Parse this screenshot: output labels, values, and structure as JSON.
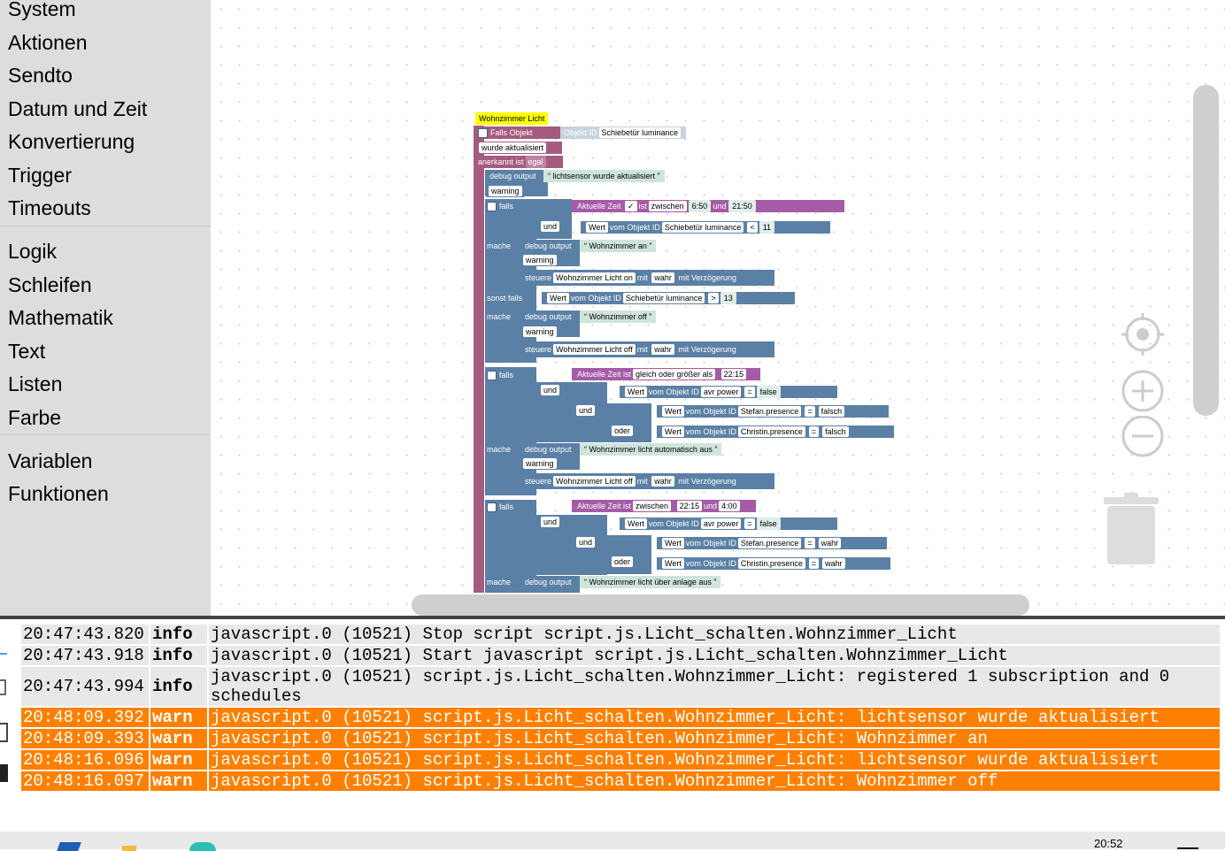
{
  "sidebar": {
    "groups": [
      [
        "System",
        "Aktionen",
        "Sendto",
        "Datum und Zeit",
        "Konvertierung",
        "Trigger",
        "Timeouts"
      ],
      [
        "Logik",
        "Schleifen",
        "Mathematik",
        "Text",
        "Listen",
        "Farbe"
      ],
      [
        "Variablen",
        "Funktionen"
      ]
    ]
  },
  "blocks": {
    "title": "Wohnzimmer Licht",
    "falls_objekt": "Falls Objekt",
    "objekt_id_label": "Objekt ID",
    "luminance_id": "Schiebetür luminance",
    "wurde_aktualisiert": "wurde aktualisiert",
    "anerkannt_ist": "anerkannt ist",
    "egal": "egal",
    "debug_output": "debug output",
    "lichtsensor_text": "lichtsensor wurde aktualisiert",
    "warning": "warning",
    "falls": "falls",
    "sonst_falls": "sonst falls",
    "mache": "mache",
    "aktuelle_zeit": "Aktuelle Zeit",
    "ist": "ist",
    "zwischen": "zwischen",
    "time_650": "6:50",
    "und": "und",
    "time_2150": "21:50",
    "wert": "Wert",
    "vom_objekt_id": "vom Objekt ID",
    "lt": "<",
    "gt": ">",
    "eq": "=",
    "num_11": "11",
    "num_13": "13",
    "wohnzimmer_an": "Wohnzimmer an",
    "wohnzimmer_off": "Wohnzimmer off",
    "steuere": "steuere",
    "licht_on_id": "Wohnzimmer Licht on",
    "licht_off_id": "Wohnzimmer Licht off",
    "mit": "mit",
    "wahr": "wahr",
    "falsch": "falsch",
    "false_str": "false",
    "mit_verzoegerung": "mit Verzögerung",
    "aktuelle_zeit_ist": "Aktuelle Zeit ist",
    "gleich_groesser": "gleich oder größer als",
    "time_2215": "22:15",
    "time_400": "4:00",
    "avr_power": "avr power",
    "stefan_presence": "Stefan.presence",
    "christin_presence": "Christin.presence",
    "oder": "oder",
    "licht_auto_aus": "Wohnzimmer licht automatisch aus",
    "licht_anlage_aus": "Wohnzimmer licht über anlage aus"
  },
  "log": [
    {
      "ts": "20:47:43.820",
      "level": "info",
      "msg": "javascript.0  (10521) Stop script script.js.Licht_schalten.Wohnzimmer_Licht"
    },
    {
      "ts": "20:47:43.918",
      "level": "info",
      "msg": "javascript.0  (10521) Start javascript script.js.Licht_schalten.Wohnzimmer_Licht"
    },
    {
      "ts": "20:47:43.994",
      "level": "info",
      "msg": "javascript.0  (10521) script.js.Licht_schalten.Wohnzimmer_Licht: registered 1 subscription and 0 schedules"
    },
    {
      "ts": "20:48:09.392",
      "level": "warn",
      "msg": "javascript.0  (10521) script.js.Licht_schalten.Wohnzimmer_Licht: lichtsensor wurde aktualisiert"
    },
    {
      "ts": "20:48:09.393",
      "level": "warn",
      "msg": "javascript.0  (10521) script.js.Licht_schalten.Wohnzimmer_Licht: Wohnzimmer an"
    },
    {
      "ts": "20:48:16.096",
      "level": "warn",
      "msg": "javascript.0  (10521) script.js.Licht_schalten.Wohnzimmer_Licht: lichtsensor wurde aktualisiert"
    },
    {
      "ts": "20:48:16.097",
      "level": "warn",
      "msg": "javascript.0  (10521) script.js.Licht_schalten.Wohnzimmer_Licht: Wohnzimmer off"
    }
  ],
  "taskbar": {
    "clock": "20:52"
  },
  "colors": {
    "warn": "#ff8000",
    "info_bg": "#e8e8e8",
    "sidebar_bg": "#dddddd",
    "logic": "#5b80a5",
    "event": "#a55b80"
  }
}
